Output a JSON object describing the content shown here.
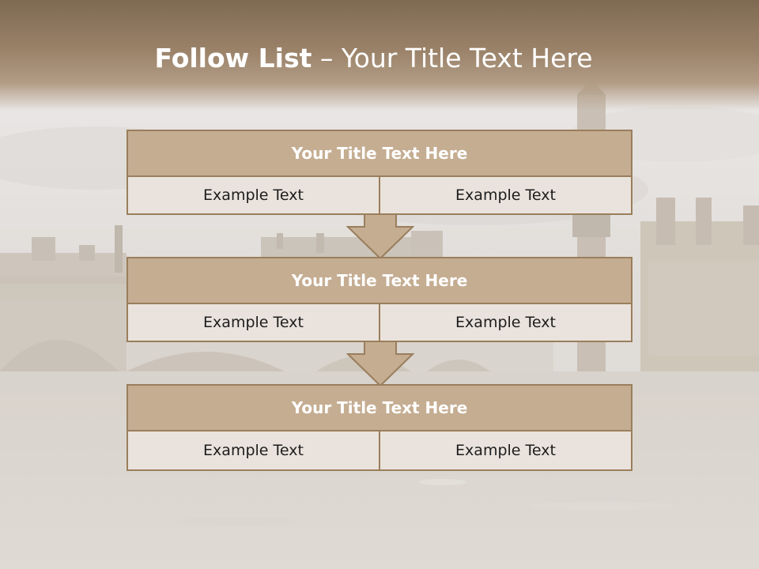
{
  "title": {
    "bold": "Follow List",
    "rest": " – Your Title Text Here"
  },
  "blocks": [
    {
      "title": "Your Title Text Here",
      "left": "Example Text",
      "right": "Example Text"
    },
    {
      "title": "Your Title Text Here",
      "left": "Example Text",
      "right": "Example Text"
    },
    {
      "title": "Your Title Text Here",
      "left": "Example Text",
      "right": "Example Text"
    }
  ],
  "colors": {
    "header": "#8b735a",
    "title_fill": "#c5ad92",
    "border": "#9a7e5c",
    "cell_fill": "#eae3dd"
  }
}
